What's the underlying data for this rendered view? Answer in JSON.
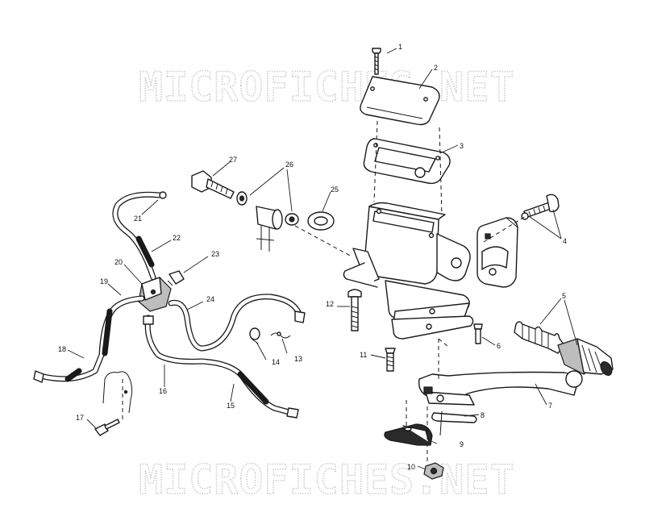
{
  "watermark": {
    "text": "MICROFICHES.NET"
  },
  "callouts": [
    {
      "id": "1",
      "label": "1"
    },
    {
      "id": "2",
      "label": "2"
    },
    {
      "id": "3",
      "label": "3"
    },
    {
      "id": "4",
      "label": "4"
    },
    {
      "id": "5",
      "label": "5"
    },
    {
      "id": "6",
      "label": "6"
    },
    {
      "id": "7",
      "label": "7"
    },
    {
      "id": "8",
      "label": "8"
    },
    {
      "id": "9",
      "label": "9"
    },
    {
      "id": "10",
      "label": "10"
    },
    {
      "id": "11",
      "label": "11"
    },
    {
      "id": "12",
      "label": "12"
    },
    {
      "id": "13",
      "label": "13"
    },
    {
      "id": "14",
      "label": "14"
    },
    {
      "id": "15",
      "label": "15"
    },
    {
      "id": "16",
      "label": "16"
    },
    {
      "id": "17",
      "label": "17"
    },
    {
      "id": "18",
      "label": "18"
    },
    {
      "id": "19",
      "label": "19"
    },
    {
      "id": "20",
      "label": "20"
    },
    {
      "id": "21",
      "label": "21"
    },
    {
      "id": "22",
      "label": "22"
    },
    {
      "id": "23",
      "label": "23"
    },
    {
      "id": "24",
      "label": "24"
    },
    {
      "id": "25",
      "label": "25"
    },
    {
      "id": "26",
      "label": "26"
    },
    {
      "id": "27",
      "label": "27"
    }
  ]
}
